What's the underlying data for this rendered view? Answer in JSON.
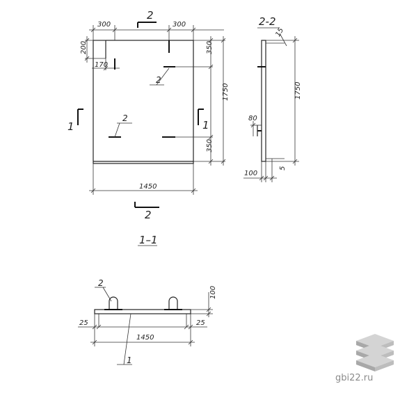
{
  "plan": {
    "dim_top_left": "300",
    "dim_top_right": "300",
    "dim_left_200": "200",
    "dim_left_170": "170",
    "dim_right_350_top": "350",
    "dim_right_350_bottom": "350",
    "dim_height": "1750",
    "dim_width": "1450",
    "section_mark_2": "2",
    "section_mark_1": "1",
    "callout_2": "2"
  },
  "section_22": {
    "title": "2-2",
    "dim_15": "15",
    "dim_1750": "1750",
    "dim_80": "80",
    "dim_100": "100",
    "dim_5": "5"
  },
  "section_11": {
    "title": "1–1",
    "dim_100": "100",
    "dim_25_left": "25",
    "dim_25_right": "25",
    "dim_1450": "1450",
    "callout_2": "2",
    "callout_1": "1"
  },
  "watermark": {
    "text": "gbi22.ru"
  }
}
